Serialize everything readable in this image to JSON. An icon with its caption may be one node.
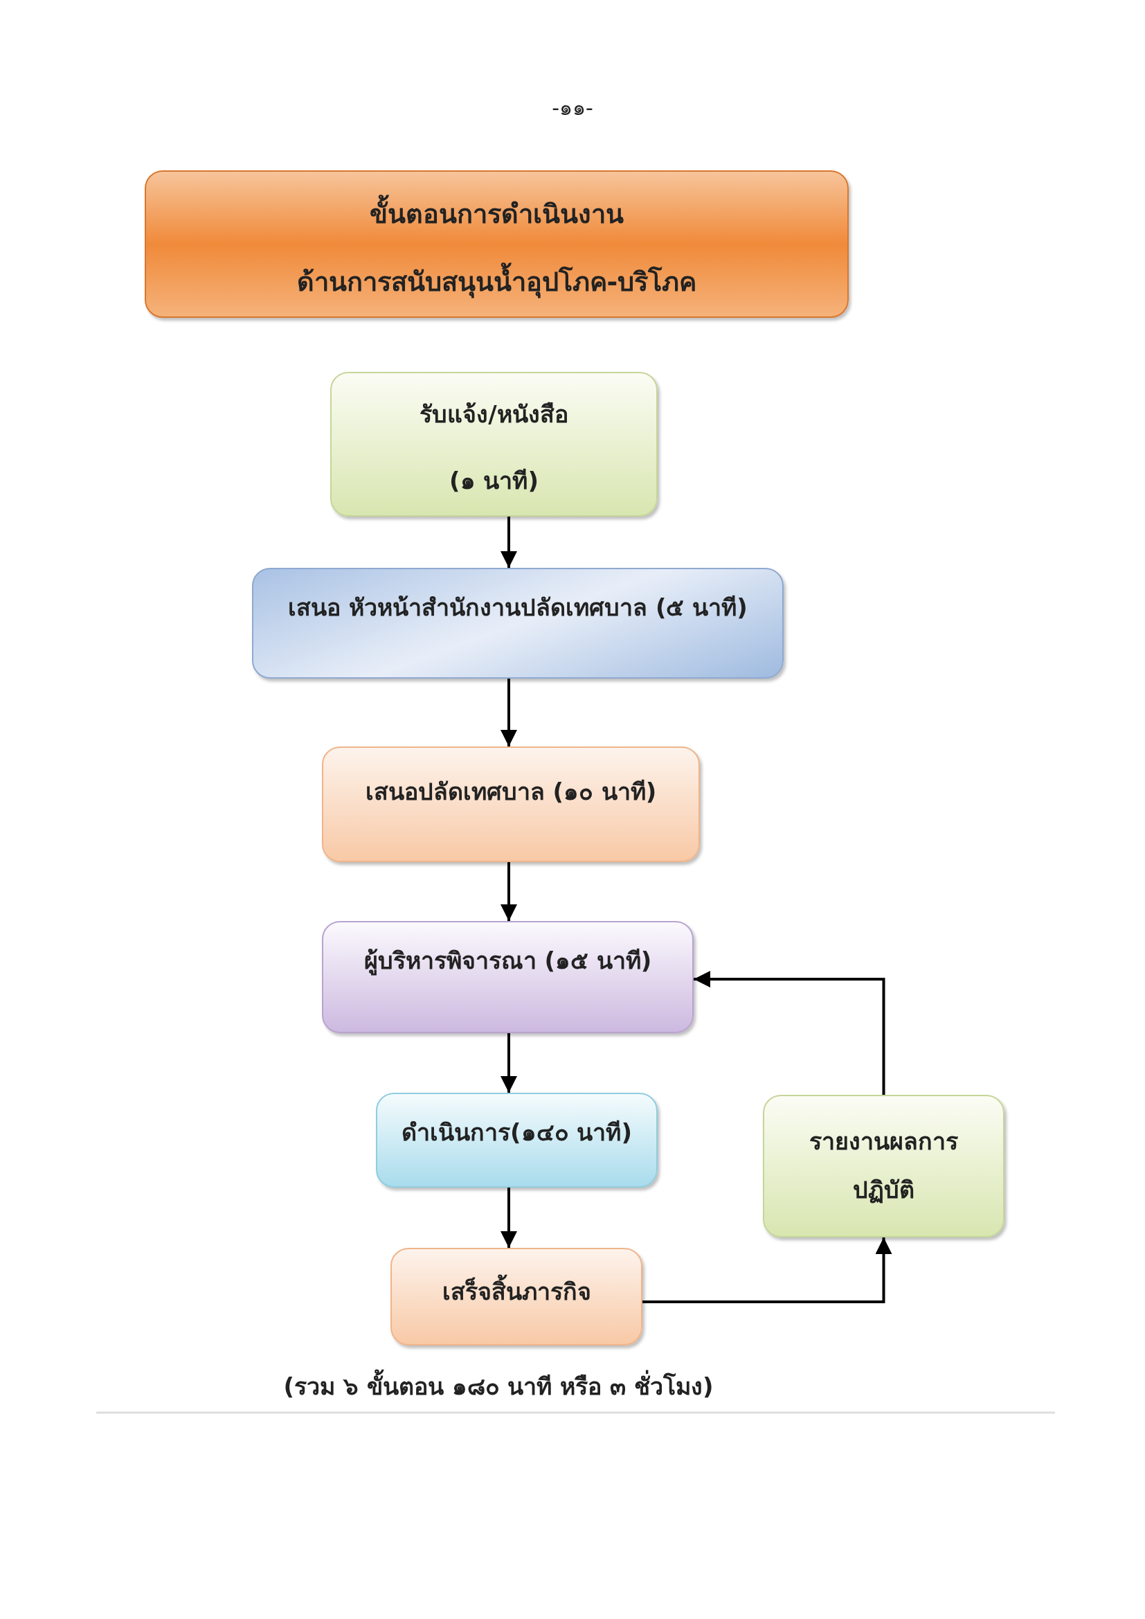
{
  "diagram": {
    "caption": "(รวม ๖ ขั้นตอน ๑๘๐ นาที หรือ ๓ ชั่วโมง)",
    "nodes": [
      {
        "text": [
          "ขั้นตอนการดำเนินงาน",
          "ด้านการสนับสนุนน้ำอุปโภค-บริโภค"
        ]
      },
      {
        "text": [
          "รับแจ้ง/หนังสือ",
          "(๑ นาที)"
        ]
      },
      {
        "text": [
          "เสนอ หัวหน้าสำนักงานปลัดเทศบาล (๕ นาที)"
        ]
      },
      {
        "text": [
          "เสนอปลัดเทศบาล (๑๐ นาที)"
        ]
      },
      {
        "text": [
          "ผู้บริหารพิจารณา (๑๕ นาที)"
        ]
      },
      {
        "text": [
          "ดำเนินการ(๑๔๐ นาที)"
        ]
      },
      {
        "text": [
          "เสร็จสิ้นภารกิจ"
        ]
      },
      {
        "text": [
          "รายงานผลการปฏิบัติ"
        ]
      }
    ],
    "edges": [
      {
        "from": 1,
        "to": 2,
        "arrow": "to"
      },
      {
        "from": 2,
        "to": 3,
        "arrow": "to"
      },
      {
        "from": 3,
        "to": 4,
        "arrow": "to"
      },
      {
        "from": 4,
        "to": 5,
        "arrow": "to"
      },
      {
        "from": 5,
        "to": 6,
        "arrow": "to"
      },
      {
        "from": 6,
        "to": 7,
        "arrow": "to"
      },
      {
        "from": 7,
        "to": 4,
        "arrow": "to"
      }
    ],
    "labels": [
      "-๑๑-"
    ]
  }
}
